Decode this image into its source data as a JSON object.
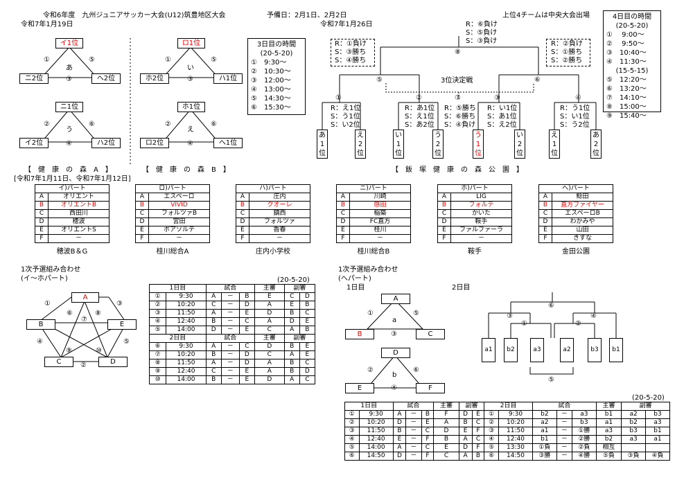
{
  "header": {
    "title": "令和6年度　九州ジュニアサッカー大会(U12)筑豊地区大会",
    "date1": "令和7年1月19日",
    "prelim": "予備日：2月1日、2月2日",
    "date2": "令和7年1月26日",
    "note": "上位4チームは中央大会出場"
  },
  "groups": [
    {
      "top": "イ1位",
      "mid": "あ",
      "bl": "ニ2位",
      "br": "へ2位",
      "n1": "①",
      "n2": "⑤",
      "n3": "③",
      "topRed": true
    },
    {
      "top": "ロ1位",
      "mid": "い",
      "bl": "ホ2位",
      "br": "ハ1位",
      "n1": "①",
      "n2": "⑤",
      "n3": "③",
      "topRed": true
    },
    {
      "top": "ニ1位",
      "mid": "う",
      "bl": "イ2位",
      "br": "ハ2位",
      "n1": "②",
      "n2": "⑥",
      "n3": "④",
      "topRed": false
    },
    {
      "top": "ホ1位",
      "mid": "え",
      "bl": "ロ2位",
      "br": "へ1位",
      "n1": "②",
      "n2": "⑥",
      "n3": "④",
      "topRed": false
    }
  ],
  "day3": {
    "title": "3日目の時間",
    "sub": "(20-5-20)",
    "rows": [
      "①　9:30～",
      "②　10:30～",
      "③　12:00～",
      "④　13:00～",
      "⑤　14:30～",
      "⑥　15:30～"
    ]
  },
  "day4": {
    "title": "4日目の時間",
    "sub1": "(20-5-20)",
    "rows1": [
      "①　 9:00～",
      "②　 9:50～",
      "③　10:40～",
      "④　11:30～"
    ],
    "sub2": "(15-5-15)",
    "rows2": [
      "⑤　12:20～",
      "⑥　13:20～",
      "⑦　14:10～",
      "⑧　15:00～",
      "⑨　15:40～"
    ]
  },
  "bracket": {
    "final_ref": [
      "R：⑥負け",
      "S：⑤負け",
      "S：③負け"
    ],
    "final_no": "⑧",
    "third_label": "3位決定戦",
    "third_no": "⑦",
    "third_left_ref": [
      "R：①負け",
      "S：③勝ち",
      "S：④勝ち"
    ],
    "third_right_ref": [
      "R：②負け",
      "S：①勝ち",
      "S：②勝ち"
    ],
    "semi_l": "⑤",
    "semi_r": "⑥",
    "m_nums": [
      "①",
      "②",
      "③",
      "④"
    ],
    "third_mid_ref": [
      "R：⑤勝ち",
      "S：⑥勝ち",
      "S：④負け"
    ],
    "m_refs": [
      [
        "R：え1位",
        "S：う1位",
        "S：い2位"
      ],
      [
        "R：あ1位",
        "S：え1位",
        "S：あ2位"
      ],
      [
        "R：い1位",
        "S：あ1位",
        "S：え2位"
      ],
      [
        "R：う1位",
        "S：い1位",
        "S：う2位"
      ]
    ],
    "teams": [
      [
        "あ",
        "1",
        "位"
      ],
      [
        "え",
        "2",
        "位"
      ],
      [
        "い",
        "1",
        "位"
      ],
      [
        "う",
        "2",
        "位"
      ],
      [
        "う",
        "1",
        "位"
      ],
      [
        "い",
        "2",
        "位"
      ],
      [
        "え",
        "1",
        "位"
      ],
      [
        "あ",
        "2",
        "位"
      ]
    ],
    "team_red": 4
  },
  "venues": {
    "a": "【　健　康　の　森　A　】",
    "b": "【　健　康　の　森　B　】",
    "c": "【　飯　塚　健　康　の　森　公　園　】",
    "dates": "[令和7年1月11日、令和7年1月12日]"
  },
  "parts": [
    {
      "title": "イ)パート",
      "rows": [
        [
          "A",
          "オリエント"
        ],
        [
          "B",
          "オリエントB"
        ],
        [
          "C",
          "西田川"
        ],
        [
          "D",
          "穂波"
        ],
        [
          "E",
          "オリエントS"
        ],
        [
          "F",
          "－"
        ]
      ],
      "foot": "穂波B＆G"
    },
    {
      "title": "ロ)パート",
      "rows": [
        [
          "A",
          "エスペーロ"
        ],
        [
          "B",
          "VIVID"
        ],
        [
          "C",
          "フォルツァB"
        ],
        [
          "D",
          "宮田"
        ],
        [
          "E",
          "ボアソルテ"
        ],
        [
          "F",
          "－"
        ]
      ],
      "foot": "桂川総合A"
    },
    {
      "title": "ハ)パート",
      "rows": [
        [
          "A",
          "庄内"
        ],
        [
          "B",
          "クオーレ"
        ],
        [
          "C",
          "鎮西"
        ],
        [
          "D",
          "フォルツァ"
        ],
        [
          "E",
          "香春"
        ],
        [
          "F",
          "－"
        ]
      ],
      "foot": "庄内小学校"
    },
    {
      "title": "ニ)パート",
      "rows": [
        [
          "A",
          "川崎"
        ],
        [
          "B",
          "感田"
        ],
        [
          "C",
          "稲築"
        ],
        [
          "D",
          "FC直方"
        ],
        [
          "E",
          "桂川"
        ],
        [
          "F",
          "－"
        ]
      ],
      "foot": "桂川総合B"
    },
    {
      "title": "ホ)パート",
      "rows": [
        [
          "A",
          "LIG"
        ],
        [
          "B",
          "フォルテ"
        ],
        [
          "C",
          "かいた"
        ],
        [
          "D",
          "鞍手"
        ],
        [
          "E",
          "ファルファーラ"
        ],
        [
          "F",
          "－"
        ]
      ],
      "foot": "鞍手"
    },
    {
      "title": "へ)パート",
      "rows": [
        [
          "A",
          "鯰田"
        ],
        [
          "B",
          "直方ファイヤー"
        ],
        [
          "C",
          "エスペーロB"
        ],
        [
          "D",
          "わかみや"
        ],
        [
          "E",
          "山田"
        ],
        [
          "F",
          "きすな"
        ]
      ],
      "foot": "金田公園"
    }
  ],
  "first_left": {
    "title": "1次予選組み合わせ",
    "sub": "(イ～ホパート)",
    "nodes": {
      "A": "A",
      "B": "B",
      "C": "C",
      "D": "D",
      "E": "E"
    },
    "nums": [
      "①",
      "②",
      "③",
      "④",
      "⑤",
      "⑥",
      "⑦",
      "⑧",
      "⑨",
      "⑩"
    ]
  },
  "sched1": {
    "note": "(20-5-20)",
    "h1": [
      "1日目",
      "試合",
      "主審",
      "副審"
    ],
    "h2": [
      "2日目",
      "試合",
      "主審",
      "副審"
    ],
    "day1": [
      [
        "①",
        "9:30",
        "A",
        "－",
        "B",
        "E",
        "C",
        "D"
      ],
      [
        "②",
        "10:20",
        "C",
        "－",
        "D",
        "A",
        "E",
        "B"
      ],
      [
        "③",
        "11:50",
        "A",
        "－",
        "E",
        "D",
        "B",
        "C"
      ],
      [
        "④",
        "12:40",
        "B",
        "－",
        "C",
        "A",
        "D",
        "E"
      ],
      [
        "⑤",
        "14:00",
        "D",
        "－",
        "E",
        "C",
        "A",
        "B"
      ]
    ],
    "day2": [
      [
        "⑥",
        "9:30",
        "A",
        "－",
        "C",
        "D",
        "B",
        "E"
      ],
      [
        "⑦",
        "10:20",
        "B",
        "－",
        "D",
        "C",
        "A",
        "E"
      ],
      [
        "⑧",
        "11:50",
        "A",
        "－",
        "D",
        "A",
        "B",
        "C"
      ],
      [
        "⑨",
        "12:40",
        "C",
        "－",
        "E",
        "A",
        "B",
        "D"
      ],
      [
        "⑩",
        "14:00",
        "B",
        "－",
        "E",
        "D",
        "A",
        "C"
      ]
    ]
  },
  "first_right": {
    "title": "1次予選組み合わせ",
    "sub": "(へパート)",
    "d1": "1日目",
    "d2": "2日目",
    "tri1": {
      "top": "A",
      "mid": "a",
      "bl": "B",
      "br": "C",
      "n1": "①",
      "n2": "⑤",
      "n3": "③"
    },
    "tri2": {
      "top": "D",
      "mid": "b",
      "bl": "E",
      "br": "F",
      "n1": "②",
      "n2": "⑥",
      "n3": "④"
    },
    "b2": {
      "top": "⑥",
      "l": "③",
      "r": "④",
      "l2": "①",
      "r2": "②",
      "bottom": "⑤",
      "teams": [
        "a1",
        "b2",
        "a3",
        "a2",
        "b3",
        "b1"
      ]
    }
  },
  "sched2": {
    "note": "(20-5-20)",
    "h1": [
      "1日目",
      "試合",
      "主審",
      "副審"
    ],
    "h2": [
      "2日目",
      "試合",
      "主審",
      "副審"
    ],
    "rows": [
      [
        "①",
        "9:30",
        "A",
        "－",
        "B",
        "F",
        "D",
        "E",
        "①",
        "9:30",
        "b2",
        "－",
        "a3",
        "b1",
        "a2",
        "b3"
      ],
      [
        "②",
        "10:20",
        "D",
        "－",
        "E",
        "A",
        "B",
        "C",
        "②",
        "10:20",
        "a2",
        "－",
        "b3",
        "a1",
        "b2",
        "a3"
      ],
      [
        "③",
        "11:50",
        "B",
        "－",
        "C",
        "D",
        "E",
        "F",
        "③",
        "11:50",
        "a1",
        "－",
        "①勝",
        "a3",
        "b3",
        "b1"
      ],
      [
        "④",
        "12:40",
        "E",
        "－",
        "F",
        "B",
        "A",
        "C",
        "④",
        "12:40",
        "b1",
        "－",
        "②勝",
        "b2",
        "a3",
        "a1"
      ],
      [
        "⑤",
        "14:00",
        "A",
        "－",
        "C",
        "E",
        "D",
        "F",
        "⑤",
        "13:30",
        "①負",
        "－",
        "②負",
        "相互",
        "",
        ""
      ],
      [
        "⑥",
        "14:50",
        "D",
        "－",
        "F",
        "C",
        "A",
        "B",
        "⑥",
        "14:50",
        "③勝",
        "－",
        "④勝",
        "⑤負",
        "③負",
        "④負"
      ]
    ]
  }
}
